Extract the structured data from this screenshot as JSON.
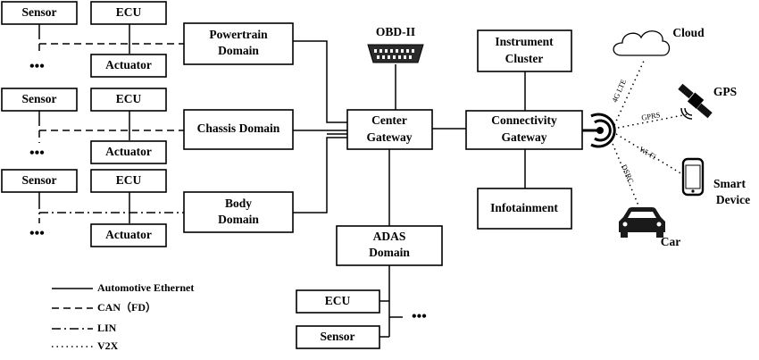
{
  "nodes": {
    "sensor_1": "Sensor",
    "ecu_1": "ECU",
    "actuator_1": "Actuator",
    "sensor_2": "Sensor",
    "ecu_2": "ECU",
    "actuator_2": "Actuator",
    "sensor_3": "Sensor",
    "ecu_3": "ECU",
    "actuator_3": "Actuator",
    "powertrain_line1": "Powertrain",
    "powertrain_line2": "Domain",
    "chassis": "Chassis Domain",
    "body_line1": "Body",
    "body_line2": "Domain",
    "obd": "OBD-II",
    "center_line1": "Center",
    "center_line2": "Gateway",
    "adas_line1": "ADAS",
    "adas_line2": "Domain",
    "ecu_adas": "ECU",
    "sensor_adas": "Sensor",
    "instrument_line1": "Instrument",
    "instrument_line2": "Cluster",
    "connectivity_line1": "Connectivity",
    "connectivity_line2": "Gateway",
    "infotainment": "Infotainment",
    "cloud": "Cloud",
    "gps": "GPS",
    "smart_line1": "Smart",
    "smart_line2": "Device",
    "car": "Car",
    "ellipsis": "•••"
  },
  "links": {
    "cloud": "4G LTE",
    "gps": "GPRS",
    "smart": "Wi-Fi",
    "car": "DSRC"
  },
  "legend": {
    "ethernet": "Automotive Ethernet",
    "can": "CAN（FD）",
    "lin": "LIN",
    "v2x": "V2X"
  }
}
